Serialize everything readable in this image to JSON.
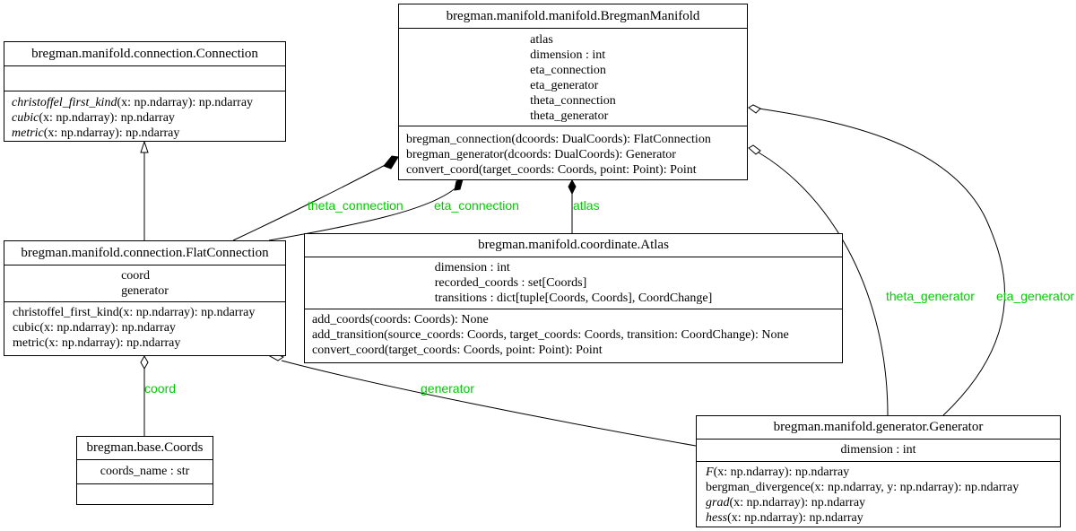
{
  "label_color": "#00cc00",
  "classes": {
    "bregman_manifold": {
      "name": "bregman.manifold.manifold.BregmanManifold",
      "attributes": [
        "atlas",
        "dimension : int",
        "eta_connection",
        "eta_generator",
        "theta_connection",
        "theta_generator"
      ],
      "methods": [
        {
          "name": "bregman_connection",
          "sig": "(dcoords: DualCoords): FlatConnection",
          "abstract": false
        },
        {
          "name": "bregman_generator",
          "sig": "(dcoords: DualCoords): Generator",
          "abstract": false
        },
        {
          "name": "convert_coord",
          "sig": "(target_coords: Coords, point: Point): Point",
          "abstract": false
        }
      ]
    },
    "connection": {
      "name": "bregman.manifold.connection.Connection",
      "attributes": [],
      "methods": [
        {
          "name": "christoffel_first_kind",
          "sig": "(x: np.ndarray): np.ndarray",
          "abstract": true
        },
        {
          "name": "cubic",
          "sig": "(x: np.ndarray): np.ndarray",
          "abstract": true
        },
        {
          "name": "metric",
          "sig": "(x: np.ndarray): np.ndarray",
          "abstract": true
        }
      ]
    },
    "flat_connection": {
      "name": "bregman.manifold.connection.FlatConnection",
      "attributes": [
        "coord",
        "generator"
      ],
      "methods": [
        {
          "name": "christoffel_first_kind",
          "sig": "(x: np.ndarray): np.ndarray",
          "abstract": false
        },
        {
          "name": "cubic",
          "sig": "(x: np.ndarray): np.ndarray",
          "abstract": false
        },
        {
          "name": "metric",
          "sig": "(x: np.ndarray): np.ndarray",
          "abstract": false
        }
      ]
    },
    "atlas": {
      "name": "bregman.manifold.coordinate.Atlas",
      "attributes": [
        "dimension : int",
        "recorded_coords : set[Coords]",
        "transitions : dict[tuple[Coords, Coords], CoordChange]"
      ],
      "methods": [
        {
          "name": "add_coords",
          "sig": "(coords: Coords): None",
          "abstract": false
        },
        {
          "name": "add_transition",
          "sig": "(source_coords: Coords, target_coords: Coords, transition: CoordChange): None",
          "abstract": false
        },
        {
          "name": "convert_coord",
          "sig": "(target_coords: Coords, point: Point): Point",
          "abstract": false
        }
      ]
    },
    "coords": {
      "name": "bregman.base.Coords",
      "attributes": [
        "coords_name : str"
      ],
      "methods": []
    },
    "generator": {
      "name": "bregman.manifold.generator.Generator",
      "attributes": [
        "dimension : int"
      ],
      "methods": [
        {
          "name": "F",
          "sig": "(x: np.ndarray): np.ndarray",
          "abstract": true
        },
        {
          "name": "bergman_divergence",
          "sig": "(x: np.ndarray, y: np.ndarray): np.ndarray",
          "abstract": false
        },
        {
          "name": "grad",
          "sig": "(x: np.ndarray): np.ndarray",
          "abstract": true
        },
        {
          "name": "hess",
          "sig": "(x: np.ndarray): np.ndarray",
          "abstract": true
        }
      ]
    }
  },
  "relations": {
    "theta_connection": "theta_connection",
    "eta_connection": "eta_connection",
    "atlas": "atlas",
    "theta_generator": "theta_generator",
    "eta_generator": "eta_generator",
    "coord": "coord",
    "generator": "generator"
  }
}
